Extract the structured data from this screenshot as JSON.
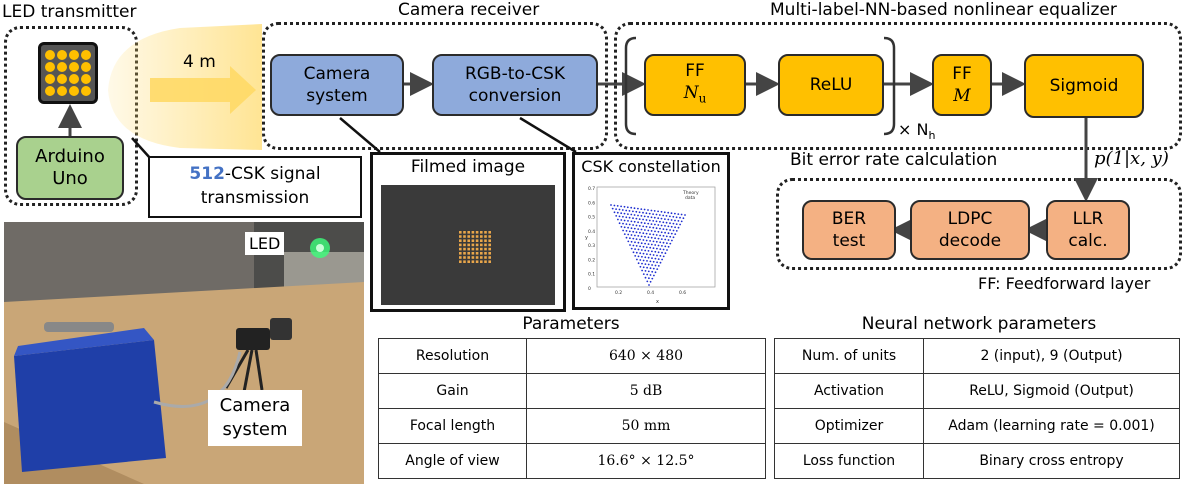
{
  "sections": {
    "led_transmitter": "LED transmitter",
    "camera_receiver": "Camera receiver",
    "equalizer": "Multi-label-NN-based nonlinear equalizer",
    "ber_calc": "Bit error rate calculation"
  },
  "blocks": {
    "arduino": "Arduino\nUno",
    "camera_system": "Camera\nsystem",
    "rgb_to_csk": "RGB-to-CSK\nconversion",
    "ff1_label": "FF",
    "ff1_sym": "N",
    "ff1_sub": "u",
    "relu": "ReLU",
    "ff2_label": "FF",
    "ff2_sym": "M",
    "sigmoid": "Sigmoid",
    "llr": "LLR\ncalc.",
    "ldpc": "LDPC\ndecode",
    "ber": "BER\ntest"
  },
  "distance": "4 m",
  "hidden_mult": "× N",
  "hidden_sub": "h",
  "probability": "p(1|x, y)",
  "signal_box": {
    "highlight": "512",
    "line1_rest": "-CSK signal",
    "line2": "transmission"
  },
  "filmed_image_title": "Filmed image",
  "csk_title": "CSK constellation",
  "csk_legend": [
    "Theory",
    "data"
  ],
  "csk_yticks": [
    "0.7",
    "0.6",
    "0.5",
    "0.4",
    "0.3",
    "0.2",
    "0.1",
    "0"
  ],
  "csk_xticks": [
    "0.2",
    "0.4",
    "0.6"
  ],
  "csk_xlabel": "x",
  "csk_ylabel": "y",
  "ff_note": "FF: Feedforward layer",
  "photo_labels": {
    "led": "LED",
    "camera": "Camera\nsystem"
  },
  "parameters": {
    "title": "Parameters",
    "rows": [
      [
        "Resolution",
        "640 × 480"
      ],
      [
        "Gain",
        "5 dB"
      ],
      [
        "Focal length",
        "50 mm"
      ],
      [
        "Angle of view",
        "16.6° × 12.5°"
      ]
    ]
  },
  "nn_parameters": {
    "title": "Neural network parameters",
    "rows": [
      [
        "Num. of units",
        "2 (input), 9 (Output)"
      ],
      [
        "Activation",
        "ReLU, Sigmoid (Output)"
      ],
      [
        "Optimizer",
        "Adam (learning rate = 0.001)"
      ],
      [
        "Loss function",
        "Binary cross entropy"
      ]
    ]
  },
  "colors": {
    "blue_block": "#8eaadb",
    "yellow_block": "#ffc000",
    "green_block": "#a9d18e",
    "orange_block": "#f4b183",
    "highlight_text": "#4472c4",
    "beam": "#ffd966"
  }
}
